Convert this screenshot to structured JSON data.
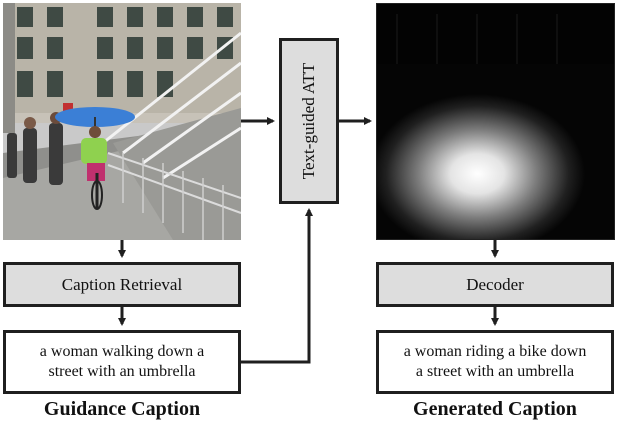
{
  "modules": {
    "att": "Text-guided ATT",
    "retrieval": "Caption Retrieval",
    "decoder": "Decoder"
  },
  "captions": {
    "guidance_line1": "a woman walking down a",
    "guidance_line2": "street with an umbrella",
    "generated_line1": "a woman riding a bike down",
    "generated_line2": "a street with an umbrella"
  },
  "labels": {
    "guidance": "Guidance Caption",
    "generated": "Generated Caption"
  },
  "colors": {
    "box_fill": "#dddddd",
    "box_border": "#1f1f1f",
    "umbrella": "#3b7fd6",
    "rider_shirt": "#8fd14f"
  }
}
